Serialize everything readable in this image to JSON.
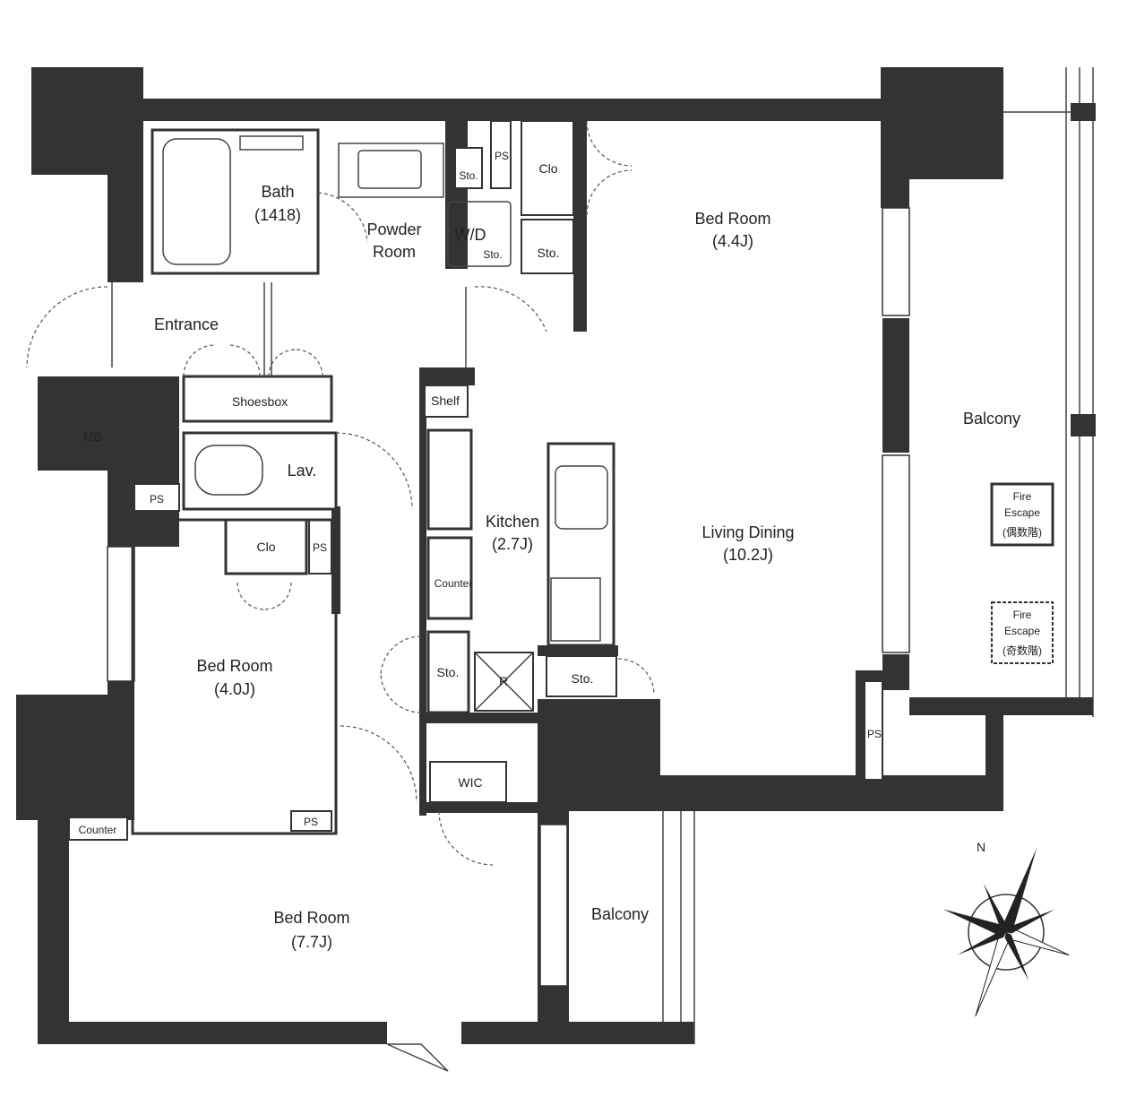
{
  "rooms": {
    "bath": {
      "name": "Bath",
      "size": "(1418)"
    },
    "powder": {
      "name": "Powder",
      "name2": "Room"
    },
    "wd": "W/D",
    "entrance": "Entrance",
    "shoesbox": "Shoesbox",
    "mb": "MB",
    "lav": "Lav.",
    "bed_ne": {
      "name": "Bed Room",
      "size": "(4.4J)"
    },
    "bed_w": {
      "name": "Bed Room",
      "size": "(4.0J)"
    },
    "bed_s": {
      "name": "Bed Room",
      "size": "(7.7J)"
    },
    "kitchen": {
      "name": "Kitchen",
      "size": "(2.7J)"
    },
    "living": {
      "name": "Living Dining",
      "size": "(10.2J)"
    },
    "balcony_e": "Balcony",
    "balcony_s": "Balcony",
    "wic": "WIC",
    "shelf": "Shelf",
    "counter_k": "Counter",
    "counter_b": "Counter",
    "fridge": "R",
    "clo_top": "Clo",
    "clo_w": "Clo",
    "sto": "Sto.",
    "ps": "PS",
    "fire_escape_even": {
      "line1": "Fire",
      "line2": "Escape",
      "line3": "(偶数階)"
    },
    "fire_escape_odd": {
      "line1": "Fire",
      "line2": "Escape",
      "line3": "(奇数階)"
    }
  },
  "compass": {
    "north_label": "N"
  }
}
